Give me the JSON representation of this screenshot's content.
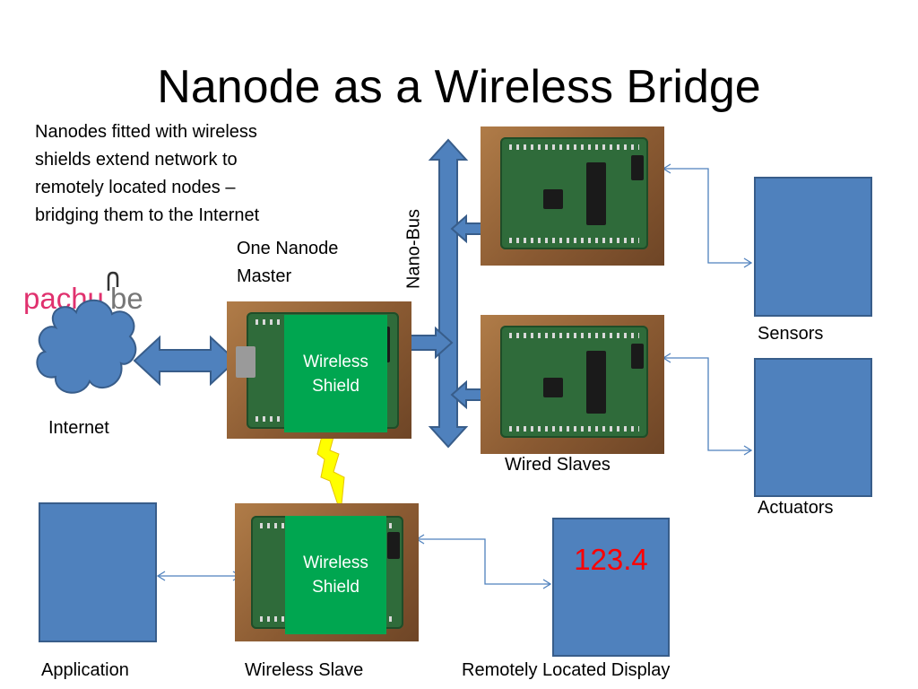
{
  "slide": {
    "title": "Nanode as a Wireless Bridge",
    "intro": [
      "Nanodes fitted with wireless",
      "shields extend network to",
      "remotely located nodes –",
      "bridging them to the Internet"
    ],
    "master_label": [
      "One Nanode",
      "Master"
    ],
    "bus_label": "Nano-Bus",
    "internet_label": "Internet",
    "logo": "pachube",
    "wired_slaves_label": "Wired Slaves",
    "sensors_label": "Sensors",
    "actuators_label": "Actuators",
    "application_label": "Application",
    "wireless_slave_label": "Wireless Slave",
    "display_label": "Remotely Located Display",
    "display_value": "123.4",
    "shield_master": [
      "Wireless",
      "Shield"
    ],
    "shield_slave": [
      "Wireless",
      "Shield"
    ]
  },
  "colors": {
    "box_fill": "#4f81bd",
    "box_border": "#385d8a",
    "shield": "#00a650",
    "lightning": "#ffff00",
    "display_value": "#ff0000",
    "logo_pink": "#e0316e",
    "logo_gray": "#777777"
  },
  "icons": [
    "cloud-icon",
    "lightning-icon",
    "double-arrow-icon",
    "pachube-logo-icon"
  ]
}
